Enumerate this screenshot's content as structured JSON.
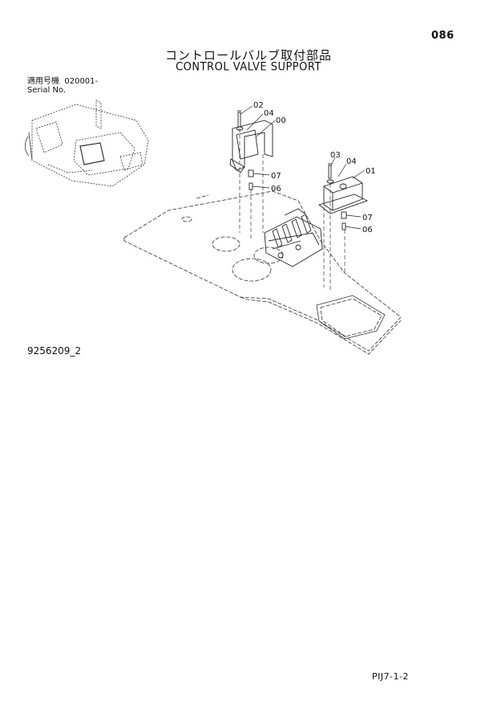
{
  "page_number": "086",
  "title_jp": "コントロールバルブ取付部品",
  "title_en": "CONTROL VALVE SUPPORT",
  "serial": {
    "label_jp": "適用号機",
    "value": "020001-",
    "label_en": "Serial No."
  },
  "figure_number": "9256209_2",
  "footer_code": "PIJ7-1-2",
  "callouts": {
    "left_bracket": [
      "02",
      "04",
      "00",
      "07",
      "06"
    ],
    "right_bracket": [
      "03",
      "04",
      "01",
      "07",
      "06"
    ]
  }
}
